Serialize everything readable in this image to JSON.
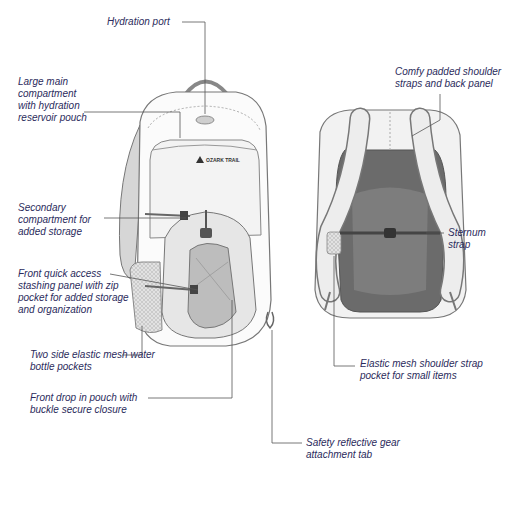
{
  "diagram": {
    "labels": [
      "Hydration port",
      "Large main compartment with hydration reservoir pouch",
      "Secondary compartment for added storage",
      "Front quick access stashing panel with zip pocket for added storage and organization",
      "Two side elastic mesh water bottle pockets",
      "Front drop in pouch with buckle secure closure",
      "Safety reflective gear attachment tab",
      "Comfy padded shoulder straps and back panel",
      "Sternum strap",
      "Elastic mesh shoulder strap pocket for small items",
      "OZARK TRAIL"
    ]
  }
}
